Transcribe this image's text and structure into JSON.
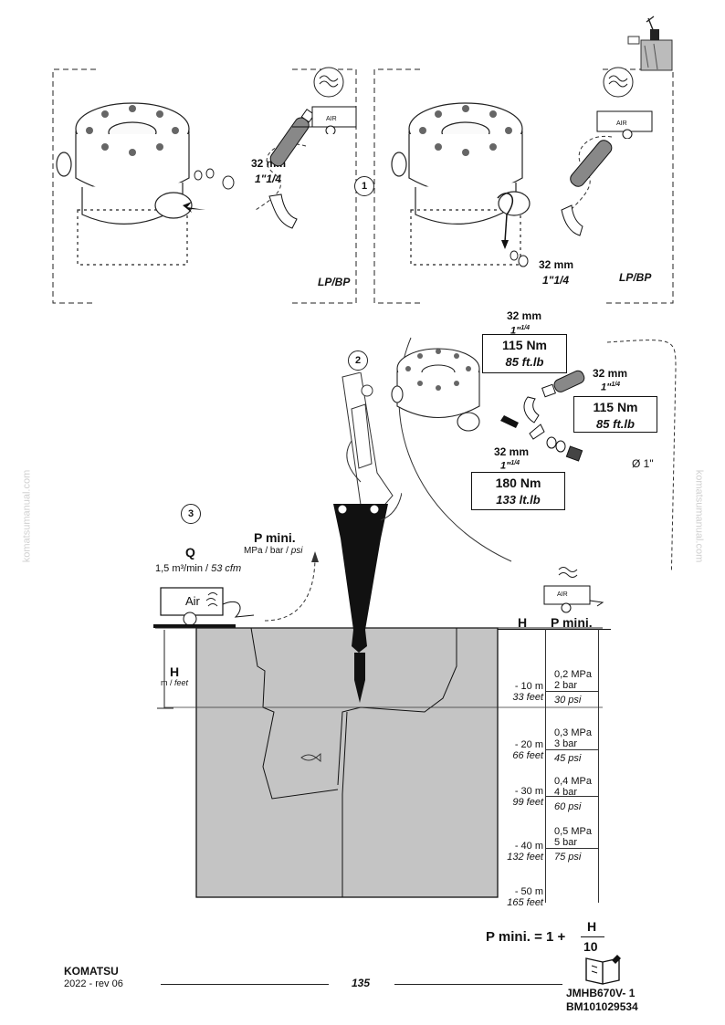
{
  "step1": {
    "number": "1",
    "left": {
      "size_mm": "32 mm",
      "size_in": "1\"1/4",
      "air_label": "AIR",
      "variant": "LP/BP"
    },
    "right": {
      "size_mm": "32 mm",
      "size_in": "1\"1/4",
      "air_label": "AIR",
      "variant": "LP/BP"
    }
  },
  "step2": {
    "number": "2",
    "top": {
      "size_mm": "32 mm",
      "size_in_main": "1\"",
      "size_in_sup": "1/4",
      "torque_nm": "115 Nm",
      "torque_ftlb": "85 ft.lb"
    },
    "mid": {
      "size_mm": "32 mm",
      "size_in_main": "1\"",
      "size_in_sup": "1/4",
      "torque_nm": "115 Nm",
      "torque_ftlb": "85 ft.lb"
    },
    "bottom": {
      "size_mm": "32 mm",
      "size_in_main": "1\"",
      "size_in_sup": "1/4",
      "torque_nm": "180 Nm",
      "torque_ftlb": "133 lt.lb"
    },
    "hose_diameter": "Ø 1\"",
    "air_label": "AIR"
  },
  "step3": {
    "number": "3",
    "q_label": "Q",
    "q_value_metric": "1,5 m³/min / ",
    "q_value_imperial": "53 cfm",
    "p_label": "P mini.",
    "p_units_plain": "MPa / bar / ",
    "p_units_italic": "psi",
    "air_label": "Air",
    "h_label": "H",
    "h_units_plain": "m / ",
    "h_units_italic": "feet"
  },
  "table": {
    "col_h": "H",
    "col_p": "P mini.",
    "depths": [
      {
        "m": "- 10 m",
        "ft": "33 feet"
      },
      {
        "m": "- 20 m",
        "ft": "66 feet"
      },
      {
        "m": "- 30 m",
        "ft": "99 feet"
      },
      {
        "m": "- 40 m",
        "ft": "132 feet"
      },
      {
        "m": "- 50 m",
        "ft": "165 feet"
      }
    ],
    "pressures": [
      {
        "mpa": "0,2 MPa",
        "bar": "2 bar",
        "psi": "30 psi"
      },
      {
        "mpa": "0,3 MPa",
        "bar": "3 bar",
        "psi": "45 psi"
      },
      {
        "mpa": "0,4 MPa",
        "bar": "4 bar",
        "psi": "60 psi"
      },
      {
        "mpa": "0,5 MPa",
        "bar": "5 bar",
        "psi": "75 psi"
      }
    ]
  },
  "formula": {
    "lhs": "P mini. = 1 +",
    "numerator": "H",
    "denominator": "10"
  },
  "footer": {
    "brand": "KOMATSU",
    "revision": "2022 -  rev 06",
    "page_number": "135",
    "doc_code": "JMHB670V- 1",
    "doc_ref": "BM101029534"
  },
  "watermark": "komatsumanual.com"
}
